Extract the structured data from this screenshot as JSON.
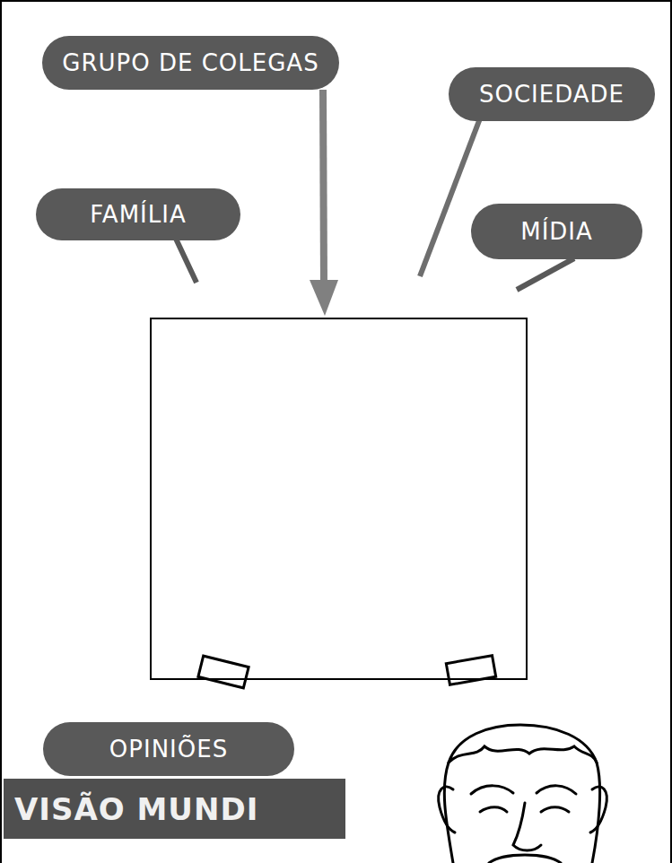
{
  "diagram": {
    "nodes": [
      {
        "text": [
          "GRUPO DE COLEGAS"
        ]
      },
      {
        "text": [
          "SOCIEDADE"
        ]
      },
      {
        "text": [
          "FAMÍLIA"
        ]
      },
      {
        "text": [
          "MÍDIA"
        ]
      },
      {
        "text": [
          "OPINIÕES"
        ]
      },
      {
        "text": [
          "VISÃO MUNDI"
        ]
      }
    ]
  }
}
